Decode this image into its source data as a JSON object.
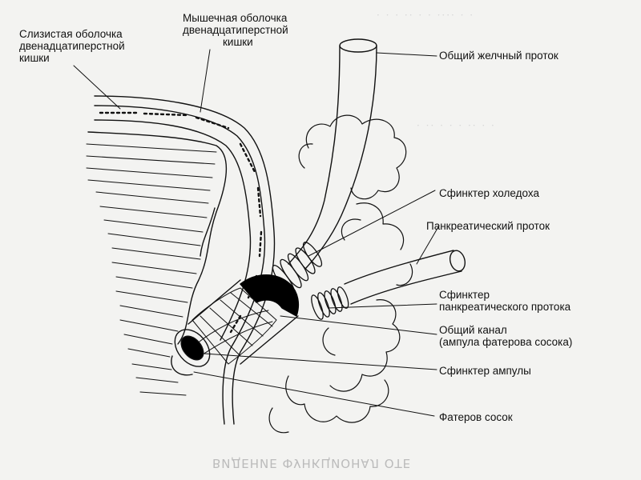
{
  "labels": {
    "mucosa": [
      "Слизистая оболочка",
      "двенадцатиперстной",
      "кишки"
    ],
    "muscle": [
      "Мышечная оболочка",
      "двенадцатиперстной",
      "кишки"
    ],
    "common_bile_duct": "Общий желчный проток",
    "choledochal_sphincter": "Сфинктер холедоха",
    "pancreatic_duct": "Панкреатический проток",
    "pancreatic_sphincter": [
      "Сфинктер",
      "панкреатического протока"
    ],
    "common_channel": [
      "Общий канал",
      "(ампула фатерова сосока)"
    ],
    "ampulla_sphincter": "Сфинктер ампулы",
    "papilla": "Фатеров сосок"
  },
  "bleed_text": "ВИДЕНИЕ ФУНКЦИОНАЛ ОТЕ",
  "colors": {
    "ink": "#111111",
    "paper": "#f3f3f1",
    "fill": "#000000"
  }
}
